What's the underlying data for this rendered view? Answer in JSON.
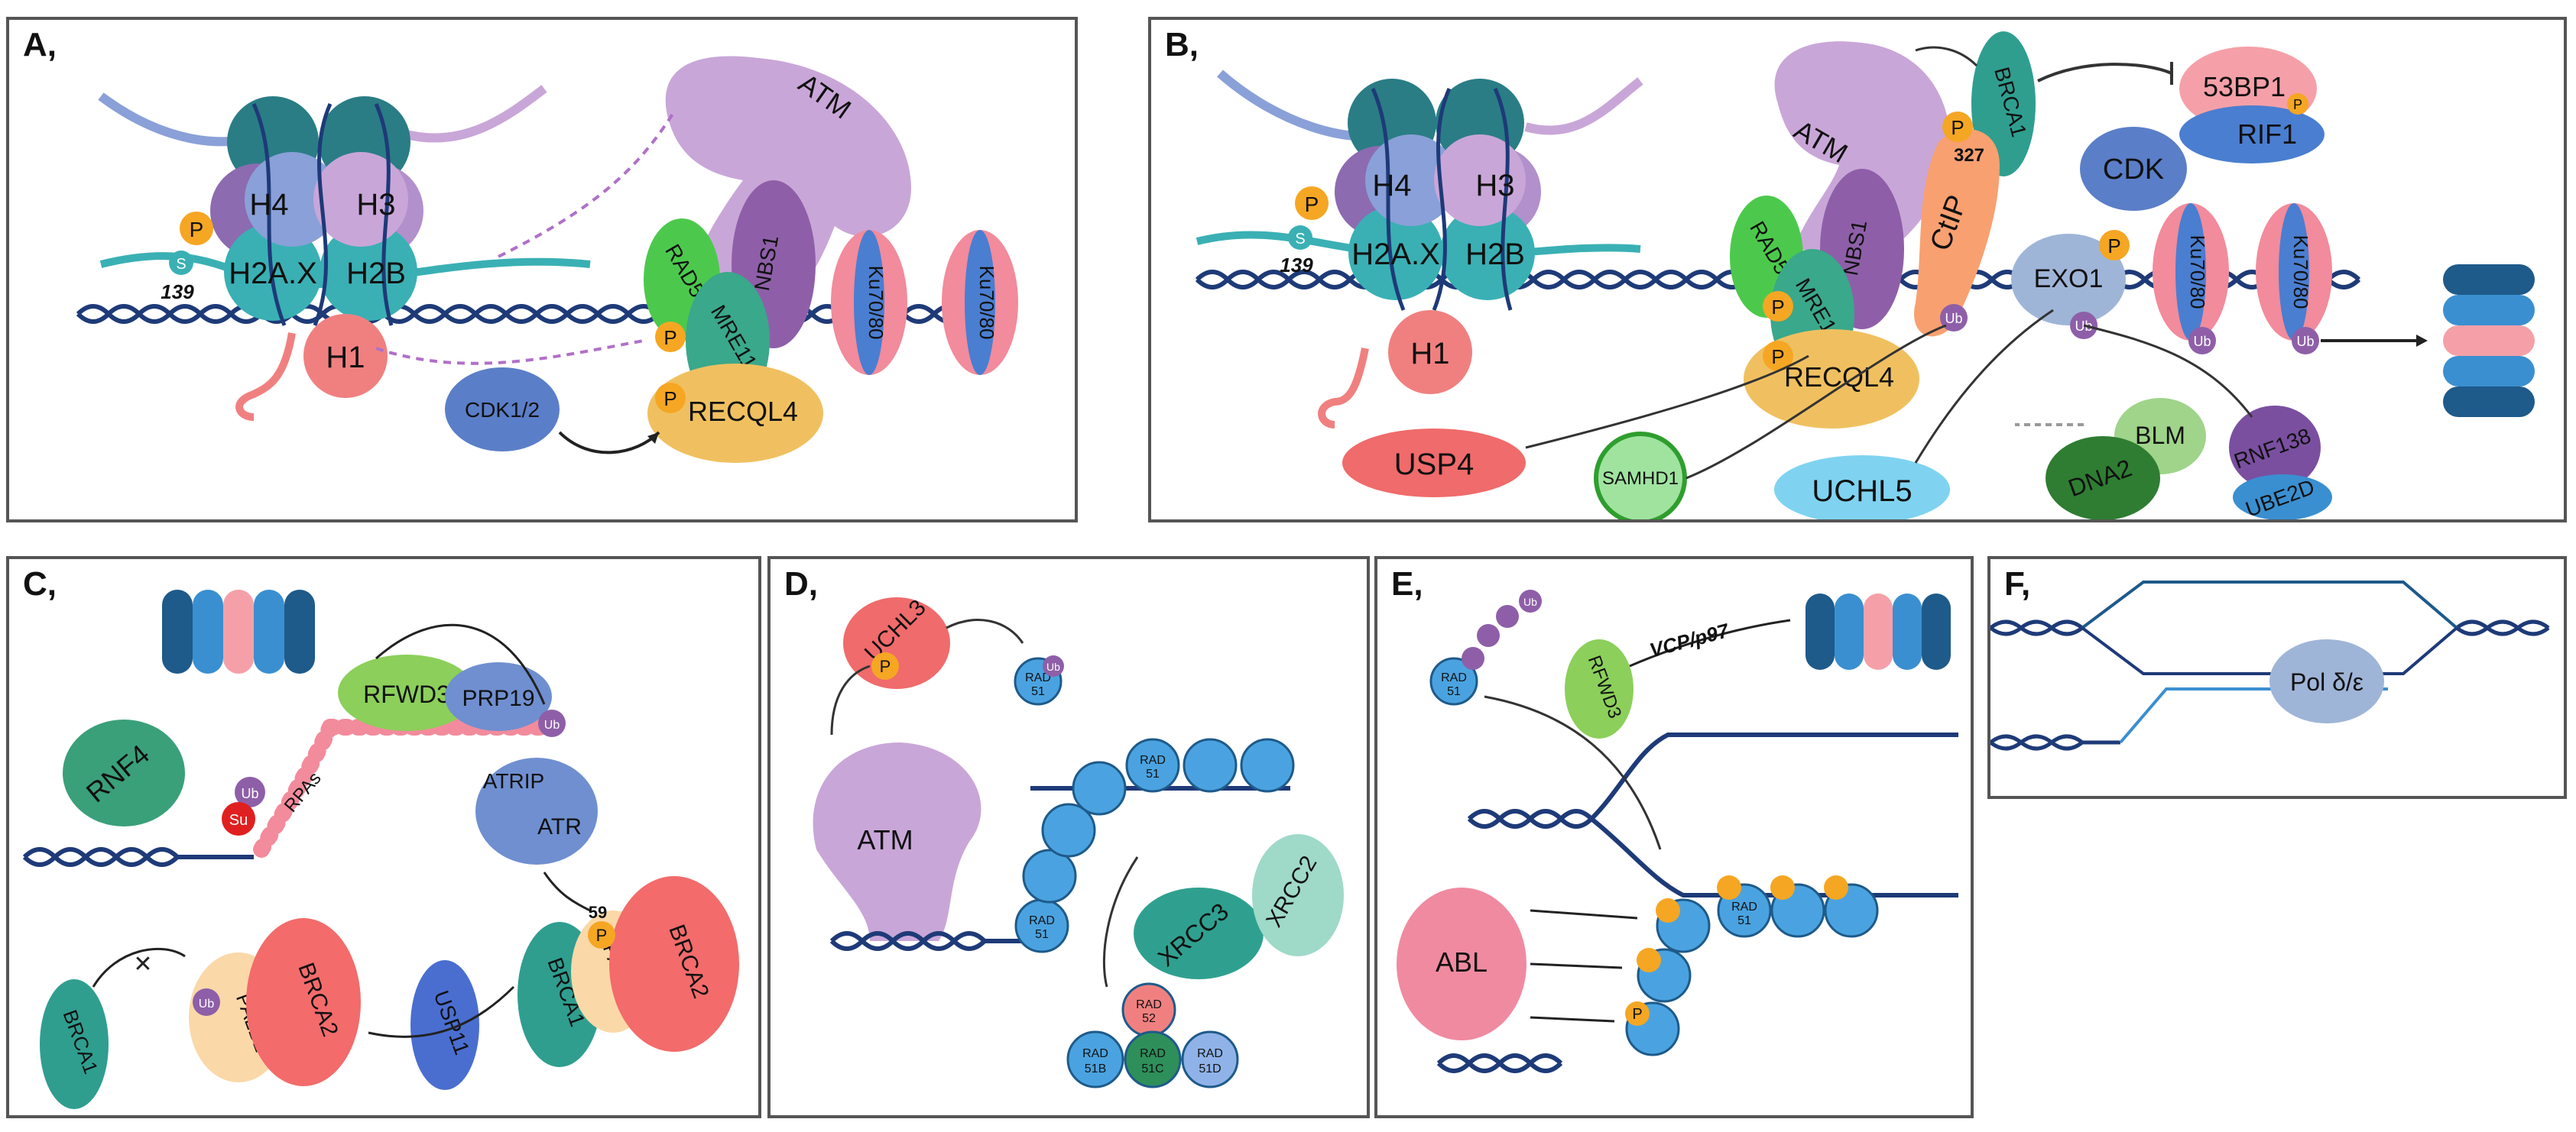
{
  "panels": {
    "A": {
      "label": "A,",
      "proteins": {
        "atm": "ATM",
        "h4": "H4",
        "h3": "H3",
        "h2ax": "H2A.X",
        "h2b": "H2B",
        "h1": "H1",
        "rad50": "RAD50",
        "nbs1": "NBS1",
        "mre11": "MRE11",
        "recql4": "RECQL4",
        "cdk12": "CDK1/2",
        "ku1": "Ku70/80",
        "ku2": "Ku70/80"
      },
      "marks": {
        "p": "P",
        "s": "S",
        "site": "139"
      }
    },
    "B": {
      "label": "B,",
      "proteins": {
        "atm": "ATM",
        "h4": "H4",
        "h3": "H3",
        "h2ax": "H2A.X",
        "h2b": "H2B",
        "h1": "H1",
        "rad50": "RAD50",
        "nbs1": "NBS1",
        "mre11": "MRE11",
        "recql4": "RECQL4",
        "brca1": "BRCA1",
        "ctip": "CtIP",
        "bp53": "53BP1",
        "rif1": "RIF1",
        "cdk": "CDK",
        "exo1": "EXO1",
        "ku1": "Ku70/80",
        "ku2": "Ku70/80",
        "usp4": "USP4",
        "samhd1": "SAMHD1",
        "uchl5": "UCHL5",
        "blm": "BLM",
        "dna2": "DNA2",
        "rnf138": "RNF138",
        "ube2d": "UBE2D"
      },
      "marks": {
        "p": "P",
        "s": "S",
        "site": "139",
        "site327": "327",
        "ub": "Ub"
      }
    },
    "C": {
      "label": "C,",
      "proteins": {
        "rnf4": "RNF4",
        "rfwd3": "RFWD3",
        "prp19": "PRP19",
        "rpas": "RPAs",
        "atrip": "ATRIP",
        "atr": "ATR",
        "brca1a": "BRCA1",
        "palb2a": "PALB2",
        "brca2a": "BRCA2",
        "usp11": "USP11",
        "brca1b": "BRCA1",
        "palb2b": "PALB2",
        "brca2b": "BRCA2"
      },
      "marks": {
        "p": "P",
        "ub": "Ub",
        "su": "Su",
        "site59": "59"
      }
    },
    "D": {
      "label": "D,",
      "proteins": {
        "uchl3": "UCHL3",
        "atm": "ATM",
        "xrcc3": "XRCC3",
        "xrcc2": "XRCC2",
        "rad52": "52",
        "rad51b": "51B",
        "rad51c": "51C",
        "rad51d": "51D"
      },
      "marks": {
        "p": "P",
        "ub": "Ub",
        "rad": "RAD",
        "n51": "51"
      }
    },
    "E": {
      "label": "E,",
      "proteins": {
        "rfwd3": "RFWD3",
        "vcp": "VCP/p97",
        "abl": "ABL"
      },
      "marks": {
        "p": "P",
        "ub": "Ub",
        "rad": "RAD",
        "n51": "51"
      }
    },
    "F": {
      "label": "F,",
      "proteins": {
        "pol": "Pol δ/ε"
      }
    }
  },
  "colors": {
    "atm": "#c9a6d8",
    "histone_teal": "#3ab0b4",
    "histone_purple": "#8c6bb1",
    "histone_dark": "#1f6f78",
    "h1": "#f08080",
    "rad50": "#4cc94c",
    "nbs1": "#8e5fa8",
    "mre11": "#3aa88a",
    "recql4": "#f0c060",
    "ku_pink": "#f28b9c",
    "ku_blue": "#4a7ed0",
    "p_orange": "#f5a623",
    "ub_purple": "#8e5fa8",
    "dna": "#1e3a78",
    "brca1": "#2f9e8f",
    "ctip": "#f8a070",
    "cdk": "#5b7ec8",
    "usp4": "#f06b6b",
    "samhd1": "#4fc94f",
    "uchl5": "#7fd3f0",
    "blm": "#9fd48a",
    "dna2": "#2e7d32",
    "rnf138": "#7a4fa0",
    "ube2d": "#3a8fd0",
    "rad51": "#4aa3e0",
    "xrcc3": "#2fa08f",
    "xrcc2": "#9fd9c8",
    "abl": "#f08aa0",
    "palb2": "#fbd8a8",
    "brca2": "#f36b6b",
    "rnf4": "#3aa07a",
    "rfwd3": "#8ccf5a",
    "prp19": "#6f8fd0",
    "usp11": "#4a6ed0",
    "bp53": "#f5a0a8",
    "rif1": "#4a7ed0"
  },
  "icons": [
    "dna-helix-icon",
    "phosphate-icon",
    "ubiquitin-icon",
    "sumo-icon",
    "nucleosome-stack-icon",
    "arrow-icon",
    "inhibition-icon"
  ]
}
